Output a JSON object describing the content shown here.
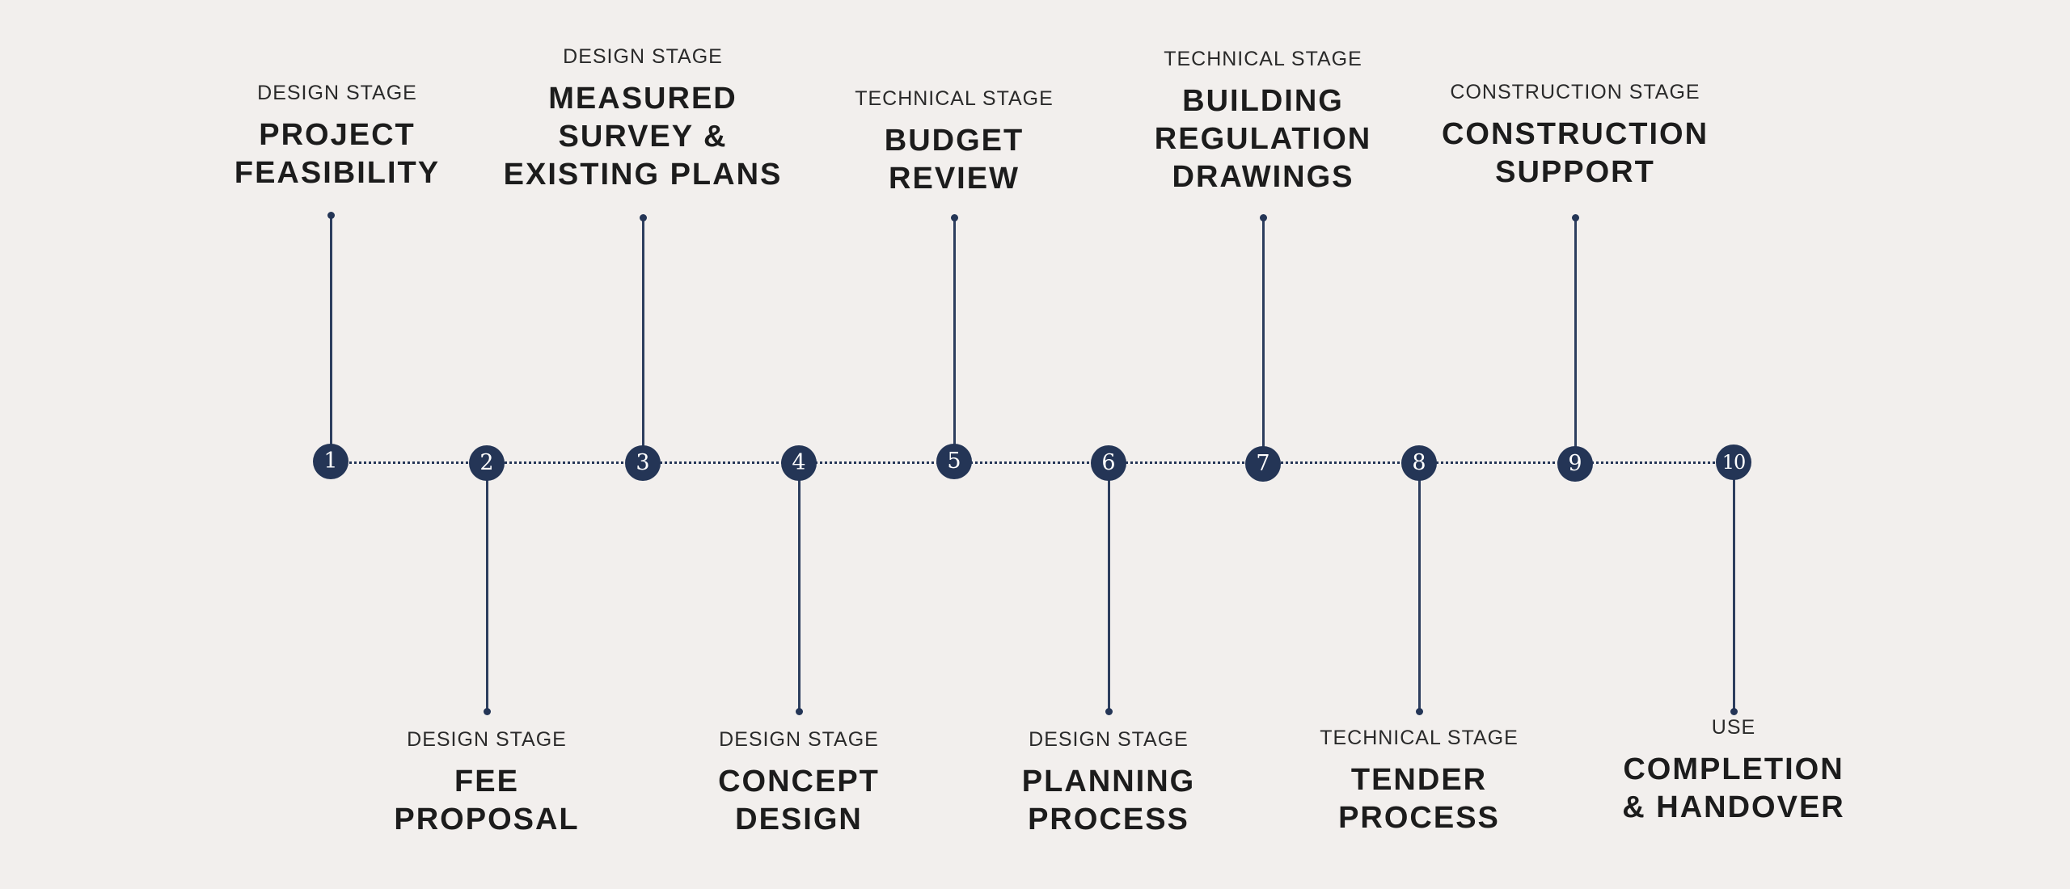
{
  "stages": [
    {
      "number": "1",
      "category": "DESIGN STAGE",
      "title": "PROJECT\nFEASIBILITY"
    },
    {
      "number": "2",
      "category": "DESIGN STAGE",
      "title": "FEE\nPROPOSAL"
    },
    {
      "number": "3",
      "category": "DESIGN STAGE",
      "title": "MEASURED\nSURVEY &\nEXISTING PLANS"
    },
    {
      "number": "4",
      "category": "DESIGN STAGE",
      "title": "CONCEPT\nDESIGN"
    },
    {
      "number": "5",
      "category": "TECHNICAL STAGE",
      "title": "BUDGET\nREVIEW"
    },
    {
      "number": "6",
      "category": "DESIGN STAGE",
      "title": "PLANNING\nPROCESS"
    },
    {
      "number": "7",
      "category": "TECHNICAL STAGE",
      "title": "BUILDING\nREGULATION\nDRAWINGS"
    },
    {
      "number": "8",
      "category": "TECHNICAL STAGE",
      "title": "TENDER\nPROCESS"
    },
    {
      "number": "9",
      "category": "CONSTRUCTION STAGE",
      "title": "CONSTRUCTION\nSUPPORT"
    },
    {
      "number": "10",
      "category": "USE",
      "title": "COMPLETION\n& HANDOVER"
    }
  ],
  "colors": {
    "background": "#f2efed",
    "node": "#243556",
    "text": "#1c1c1c"
  }
}
